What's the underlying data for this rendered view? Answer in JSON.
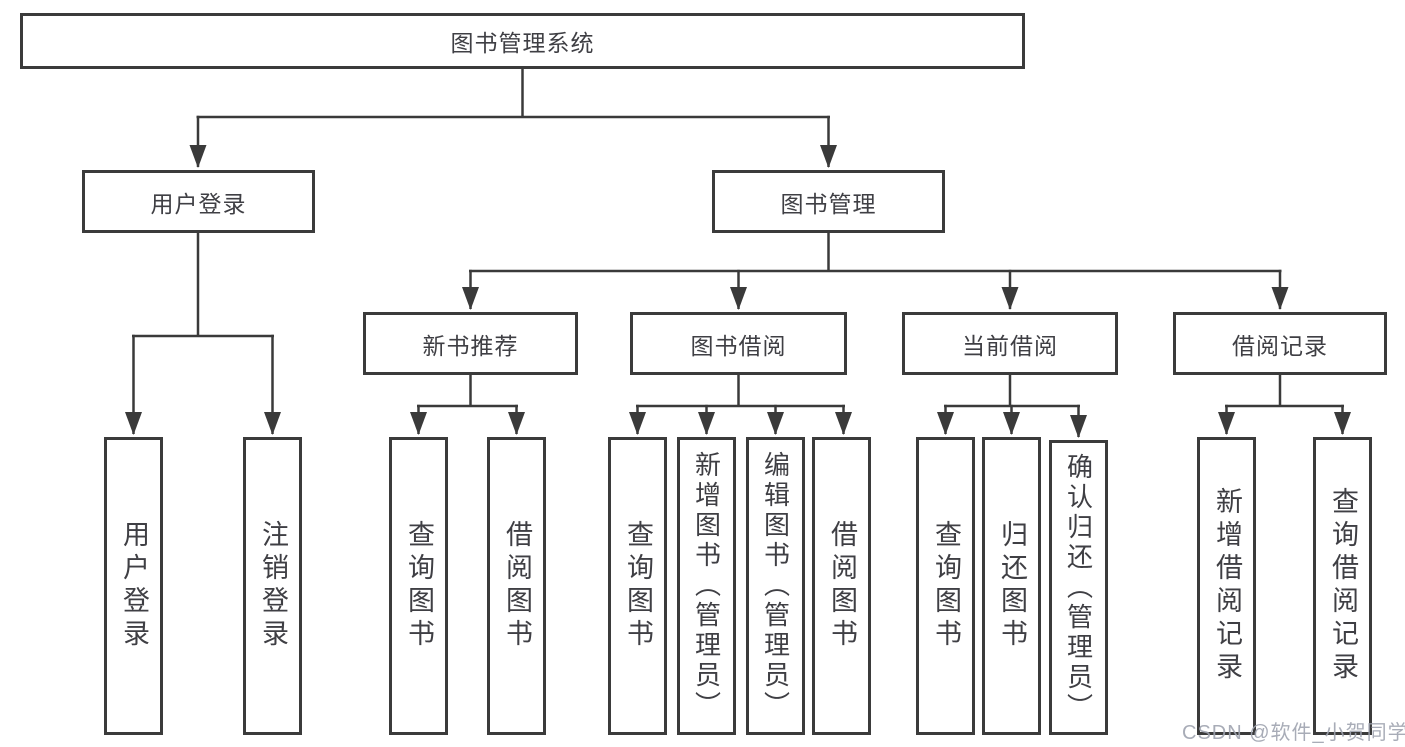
{
  "diagram_title": "图书管理系统",
  "nodes": {
    "root": "图书管理系统",
    "user_login": "用户登录",
    "book_management": "图书管理",
    "new_book_recommendation": "新书推荐",
    "book_borrowing": "图书借阅",
    "current_borrowing": "当前借阅",
    "borrowing_records": "借阅记录",
    "leaf_user_login": "用户登录",
    "leaf_logout_login": "注销登录",
    "leaf_query_books_recommend": "查询图书",
    "leaf_borrow_books_recommend": "借阅图书",
    "leaf_query_books_borrowing": "查询图书",
    "leaf_add_books_admin": "新增图书（管理员）",
    "leaf_edit_books_admin": "编辑图书（管理员）",
    "leaf_borrow_books_borrowing": "借阅图书",
    "leaf_query_books_current": "查询图书",
    "leaf_return_books": "归还图书",
    "leaf_confirm_return_admin": "确认归还（管理员）",
    "leaf_add_borrow_record": "新增借阅记录",
    "leaf_query_borrow_record": "查询借阅记录"
  },
  "hierarchy": {
    "图书管理系统": {
      "用户登录": [
        "用户登录",
        "注销登录"
      ],
      "图书管理": {
        "新书推荐": [
          "查询图书",
          "借阅图书"
        ],
        "图书借阅": [
          "查询图书",
          "新增图书（管理员）",
          "编辑图书（管理员）",
          "借阅图书"
        ],
        "当前借阅": [
          "查询图书",
          "归还图书",
          "确认归还（管理员）"
        ],
        "借阅记录": [
          "新增借阅记录",
          "查询借阅记录"
        ]
      }
    }
  },
  "watermark": "CSDN @软件_小贺同学",
  "colors": {
    "background": "#ffffff",
    "box_border": "#3b3b3b",
    "connector_line": "#3a3a3a",
    "text": "#3f3f44",
    "watermark_text": "#9ea3af"
  }
}
